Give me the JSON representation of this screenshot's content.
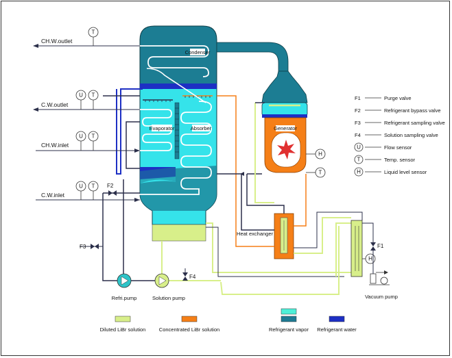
{
  "labels": {
    "chw_outlet": "CH.W.outlet",
    "cw_outlet": "C.W.outlet",
    "chw_inlet": "CH.W.inlet",
    "cw_inlet": "C.W.inlet",
    "condenser": "Condenser",
    "evaporator": "Evaporator",
    "absorber": "Absorber",
    "generator": "Generator",
    "heat_exchanger": "Heat exchanger",
    "vacuum_pump": "Vacuum pump",
    "refrig_pump": "Refri.pump",
    "solution_pump": "Solution pump",
    "f1": "F1",
    "f2": "F2",
    "f3": "F3",
    "f4": "F4"
  },
  "sensors": {
    "t": "T",
    "u": "U",
    "h": "H"
  },
  "legend_right": [
    {
      "code": "F1",
      "text": "Purge valve"
    },
    {
      "code": "F2",
      "text": "Refrigerant bypass valve"
    },
    {
      "code": "F3",
      "text": "Refrigerant sampling valve"
    },
    {
      "code": "F4",
      "text": "Solution sampling valve"
    },
    {
      "code": "U",
      "text": "Flow sensor"
    },
    {
      "code": "T",
      "text": "Temp. sensor"
    },
    {
      "code": "H",
      "text": "Liquid level sensor"
    }
  ],
  "legend_bottom": [
    {
      "text": "Diluted LiBr solution",
      "color": "#d8ef8a"
    },
    {
      "text": "Concentrated LiBr solution",
      "color": "#f57f17"
    },
    {
      "text": "Refrigerant vapor",
      "color": "#1e7b94",
      "color2": "#4ef0d8"
    },
    {
      "text": "Refrigerant water",
      "color": "#1d2fc4"
    }
  ],
  "colors": {
    "vessel_dark": "#1c7d93",
    "vessel_light": "#35e3ea",
    "water_blue": "#1d2fc4",
    "dilute": "#d8ef8a",
    "concentrated": "#f57f17",
    "hot_red": "#e03030",
    "pipe_dark": "#2b2f4a"
  }
}
